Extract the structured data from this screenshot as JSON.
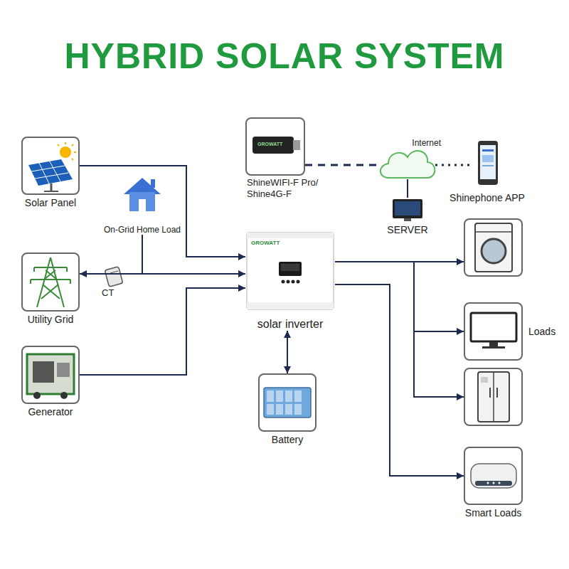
{
  "diagram": {
    "title": "HYBRID SOLAR SYSTEM",
    "nodes": [
      {
        "text": [
          "Solar Panel"
        ]
      },
      {
        "text": [
          "ShineWIFI-F Pro/ Shine4G-F"
        ]
      },
      {
        "text": [
          "Internet"
        ]
      },
      {
        "text": [
          "Shinephone APP"
        ]
      },
      {
        "text": [
          "On-Grid Home Load"
        ]
      },
      {
        "text": [
          "SERVER"
        ]
      },
      {
        "text": []
      },
      {
        "text": [
          "Utility Grid"
        ]
      },
      {
        "text": [
          "solar inverter"
        ]
      },
      {
        "text": [
          "Loads"
        ]
      },
      {
        "text": []
      },
      {
        "text": [
          "Generator"
        ]
      },
      {
        "text": [
          "Battery"
        ]
      },
      {
        "text": [
          "Smart Loads"
        ]
      }
    ],
    "edges": [
      {
        "from": 0,
        "to": 8,
        "arrow": "to"
      },
      {
        "from": 7,
        "to": 8,
        "arrow": "both"
      },
      {
        "from": 7,
        "to": 4,
        "arrow": "none"
      },
      {
        "from": 11,
        "to": 8,
        "arrow": "to"
      },
      {
        "from": 1,
        "to": 2,
        "arrow": "none"
      },
      {
        "from": 2,
        "to": 3,
        "arrow": "none"
      },
      {
        "from": 2,
        "to": 5,
        "arrow": "none"
      },
      {
        "from": 8,
        "to": 12,
        "arrow": "both"
      },
      {
        "from": 8,
        "to": 6,
        "arrow": "to"
      },
      {
        "from": 8,
        "to": 9,
        "arrow": "to"
      },
      {
        "from": 8,
        "to": 10,
        "arrow": "to"
      },
      {
        "from": 8,
        "to": 13,
        "arrow": "to"
      }
    ],
    "labels": [
      "CT",
      "GROWATT",
      "GROWATT"
    ]
  }
}
